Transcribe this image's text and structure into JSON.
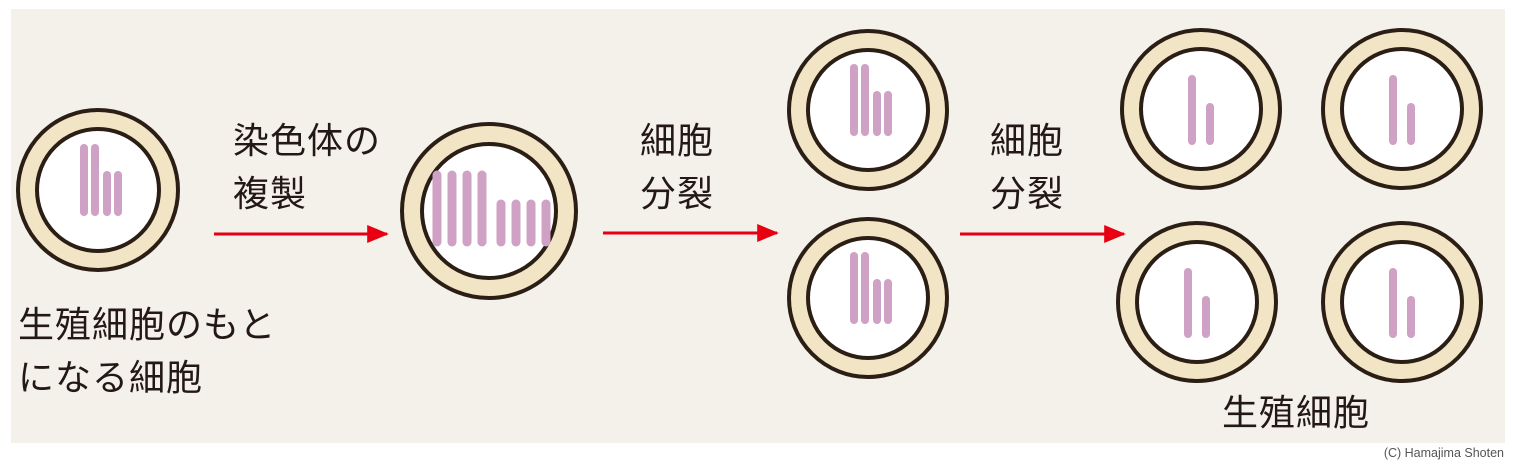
{
  "colors": {
    "panel": "#f3f1e9",
    "wall": "#f2e5c6",
    "outline": "#2b1e15",
    "nucleus": "#ffffff",
    "chromosome": "#cfa1c4",
    "arrow": "#e60012",
    "text": "#231815"
  },
  "labels": {
    "replication": [
      "染色体の",
      "複製"
    ],
    "division1": [
      "細胞",
      "分裂"
    ],
    "division2": [
      "細胞",
      "分裂"
    ],
    "origin": [
      "生殖細胞のもと",
      "になる細胞"
    ],
    "result": "生殖細胞"
  },
  "stages": [
    {
      "name": "original-cell",
      "cells": 1,
      "chromosomes_per_cell": 4,
      "state": "unreplicated"
    },
    {
      "name": "replicated-cell",
      "cells": 1,
      "chromosomes_per_cell": 8,
      "state": "replicated"
    },
    {
      "name": "after-first-division",
      "cells": 2,
      "chromosomes_per_cell": 4
    },
    {
      "name": "germ-cells",
      "cells": 4,
      "chromosomes_per_cell": 2
    }
  ],
  "copyright": "(C) Hamajima Shoten"
}
